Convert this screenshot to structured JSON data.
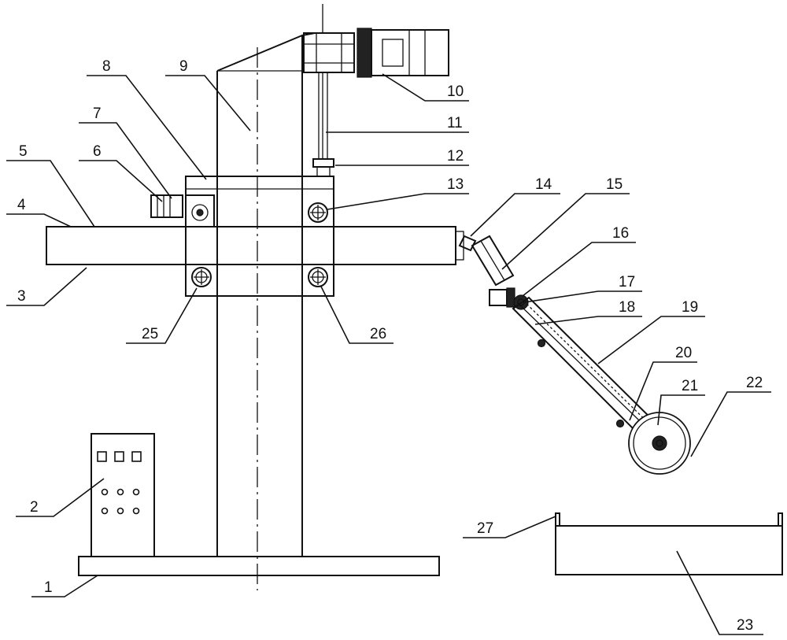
{
  "labels": {
    "l1": "1",
    "l2": "2",
    "l3": "3",
    "l4": "4",
    "l5": "5",
    "l6": "6",
    "l7": "7",
    "l8": "8",
    "l9": "9",
    "l10": "10",
    "l11": "11",
    "l12": "12",
    "l13": "13",
    "l14": "14",
    "l15": "15",
    "l16": "16",
    "l17": "17",
    "l18": "18",
    "l19": "19",
    "l20": "20",
    "l21": "21",
    "l22": "22",
    "l23": "23",
    "l25": "25",
    "l26": "26",
    "l27": "27"
  }
}
